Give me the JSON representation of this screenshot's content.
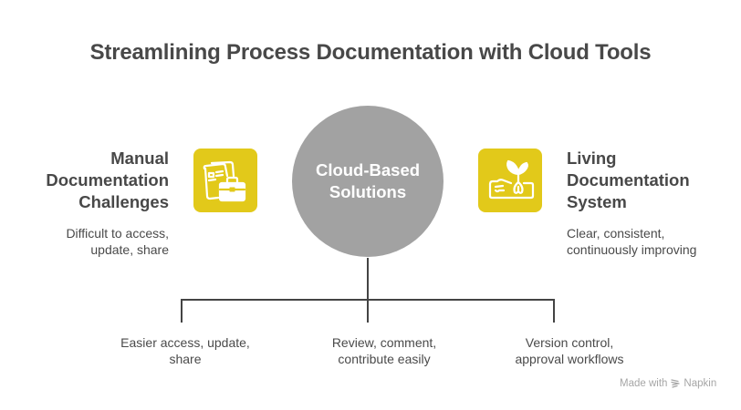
{
  "title": "Streamlining Process Documentation with Cloud Tools",
  "left": {
    "heading_lines": [
      "Manual",
      "Documentation",
      "Challenges"
    ],
    "description_lines": [
      "Difficult to access,",
      "update, share"
    ],
    "icon": "documents-briefcase-icon"
  },
  "center": {
    "label_lines": [
      "Cloud-Based",
      "Solutions"
    ]
  },
  "right": {
    "heading_lines": [
      "Living",
      "Documentation",
      "System"
    ],
    "description_lines": [
      "Clear, consistent,",
      "continuously improving"
    ],
    "icon": "sprouting-plant-icon"
  },
  "branches": [
    {
      "lines": [
        "Easier access, update,",
        "share"
      ]
    },
    {
      "lines": [
        "Review, comment,",
        "contribute easily"
      ]
    },
    {
      "lines": [
        "Version control,",
        "approval workflows"
      ]
    }
  ],
  "colors": {
    "icon_bg": "#e2c91a",
    "circle": "#a2a2a2",
    "text": "#484848",
    "connector": "#444444"
  },
  "watermark": {
    "prefix": "Made with",
    "brand": "Napkin"
  }
}
